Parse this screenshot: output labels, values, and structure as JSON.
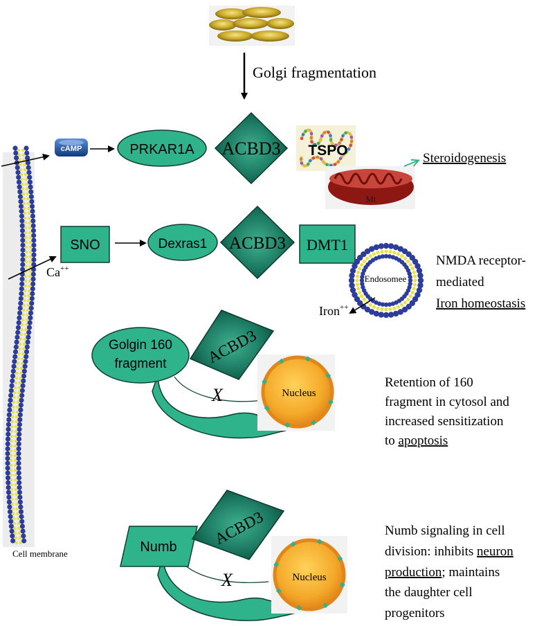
{
  "top": {
    "golgi_arrow_label": "Golgi fragmentation"
  },
  "membrane": {
    "label": "Cell membrane",
    "ca_label": "Ca",
    "ca_sup": "++"
  },
  "row1": {
    "camp": "cAMP",
    "prkar1a": "PRKAR1A",
    "acbd3": "ACBD3",
    "tspo": "TSPO",
    "mt": "Mt",
    "outcome": "Steroidogenesis"
  },
  "row2": {
    "sno": "SNO",
    "dexras1": "Dexras1",
    "acbd3": "ACBD3",
    "dmt1": "DMT1",
    "endosome": "Endosomee",
    "iron": "Iron",
    "iron_sup": "++",
    "outcome_line1": "NMDA receptor-",
    "outcome_line2": "mediated",
    "outcome_line3": "Iron homeostasis"
  },
  "row3": {
    "golgin_line1": "Golgin 160",
    "golgin_line2": "fragment",
    "acbd3": "ACBD3",
    "x_mark": "X",
    "nucleus": "Nucleus",
    "outcome_line1": "Retention of 160",
    "outcome_line2": "fragment in cytosol and",
    "outcome_line3": "increased sensitization",
    "outcome_line4_prefix": "to ",
    "outcome_line4_link": "apoptosis"
  },
  "row4": {
    "numb": "Numb",
    "acbd3": "ACBD3",
    "x_mark": "X",
    "nucleus": "Nucleus",
    "outcome_line1": "Numb signaling in cell",
    "outcome_line2_prefix": "division: inhibits ",
    "outcome_line2_link": "neuron",
    "outcome_line3_link": "production",
    "outcome_line3_suffix": "; maintains",
    "outcome_line4": "the daughter cell",
    "outcome_line5": "progenitors"
  },
  "colors": {
    "teal": "#2fb38a",
    "teal_dark": "#0f5e4a",
    "membrane_blue": "#2e3d9a",
    "membrane_yellow": "#e8e24a",
    "nucleus_fill": "#f4a92a",
    "nucleus_rim": "#e8871a",
    "mito_red": "#a8201a",
    "camp_blue": "#1b4f9e"
  }
}
